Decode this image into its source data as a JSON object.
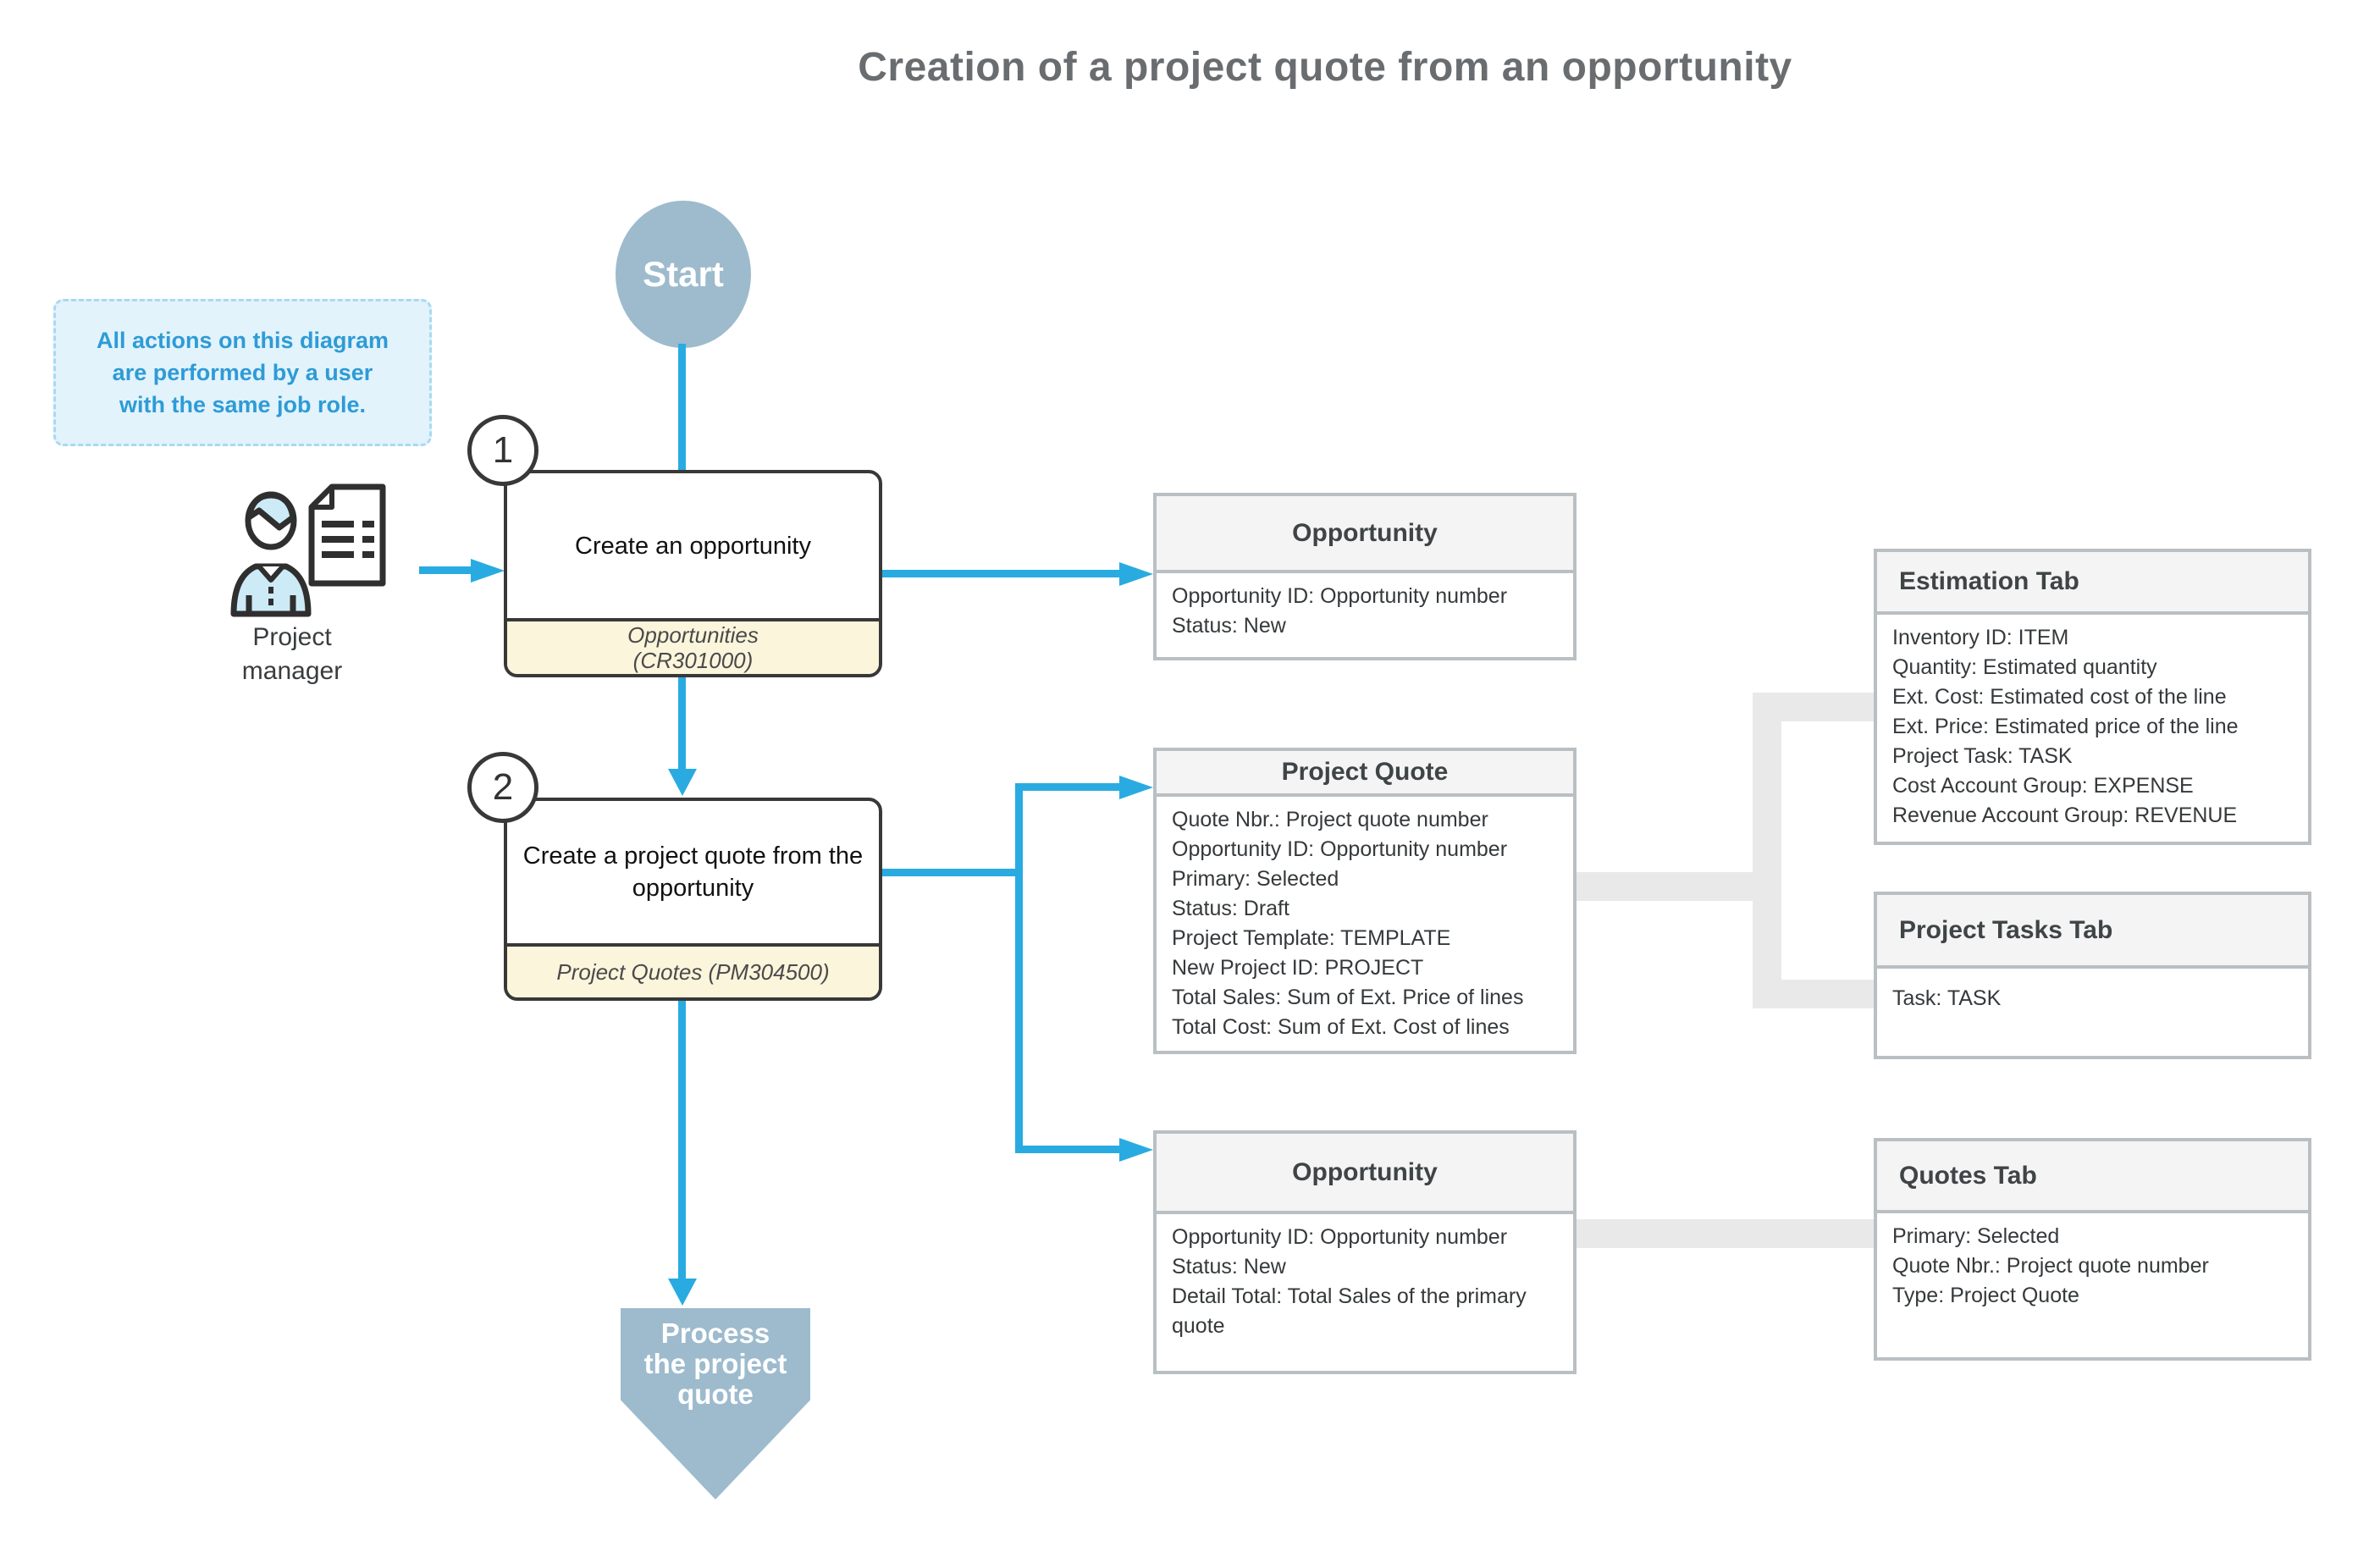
{
  "title": "Creation of a project quote from an opportunity",
  "note": "All actions on this diagram\nare performed by a user\nwith the same job role.",
  "actor": {
    "label": "Project\nmanager",
    "icon": "person-with-document-icon"
  },
  "start": {
    "label": "Start"
  },
  "end": {
    "label": "Process\nthe project\nquote"
  },
  "steps": [
    {
      "number": "1",
      "label": "Create an opportunity",
      "screen": [
        "Opportunities",
        "(CR301000)"
      ]
    },
    {
      "number": "2",
      "label": "Create a project quote from the\nopportunity",
      "screen": [
        "Project Quotes (PM304500)"
      ]
    }
  ],
  "entities": [
    {
      "title": "Opportunity",
      "lines": [
        "Opportunity ID: Opportunity number",
        "Status: New"
      ]
    },
    {
      "title": "Project Quote",
      "lines": [
        "Quote Nbr.: Project quote number",
        "Opportunity ID: Opportunity number",
        "Primary: Selected",
        "Status: Draft",
        "Project Template: TEMPLATE",
        "New Project ID: PROJECT",
        "Total Sales: Sum of Ext. Price of lines",
        "Total Cost: Sum of Ext. Cost of lines"
      ]
    },
    {
      "title": "Opportunity",
      "lines": [
        "Opportunity ID: Opportunity number",
        "Status: New",
        "Detail Total: Total Sales of the primary\nquote"
      ]
    }
  ],
  "tabs": [
    {
      "title": "Estimation Tab",
      "lines": [
        "Inventory ID: ITEM",
        "Quantity: Estimated quantity",
        "Ext. Cost:  Estimated cost of the line",
        "Ext. Price: Estimated price of the line",
        "Project Task: TASK",
        "Cost Account Group: EXPENSE",
        "Revenue Account Group: REVENUE"
      ]
    },
    {
      "title": "Project Tasks Tab",
      "lines": [
        "Task: TASK"
      ]
    },
    {
      "title": "Quotes Tab",
      "lines": [
        "Primary: Selected",
        "Quote Nbr.: Project quote number",
        "Type: Project Quote"
      ]
    }
  ],
  "colors": {
    "accent_blue": "#29abe2",
    "shape_blue_gray": "#9dbbcd",
    "note_background": "#e2f3fc",
    "note_text": "#2e9bd6",
    "cream_footer": "#fbf5dc",
    "dark_border": "#383838",
    "entity_border": "#b9bfc2",
    "entity_header_bg": "#f4f4f4",
    "gray_connector": "#e9e9e9",
    "title_gray": "#6a6d70"
  }
}
